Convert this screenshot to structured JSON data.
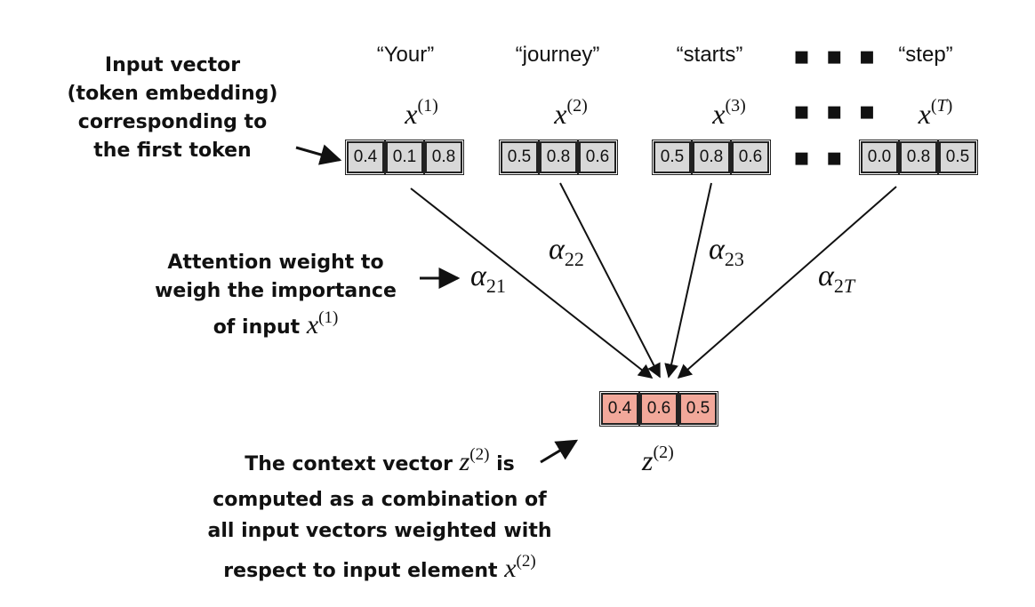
{
  "tokens": [
    "“Your”",
    "“journey”",
    "“starts”",
    "“step”"
  ],
  "ellipsis": "▪ ▪ ▪",
  "input_labels": [
    {
      "var": "x",
      "sup": "(1)"
    },
    {
      "var": "x",
      "sup": "(2)"
    },
    {
      "var": "x",
      "sup": "(3)"
    },
    {
      "var": "x",
      "sup": "T"
    }
  ],
  "input_vectors": [
    [
      "0.4",
      "0.1",
      "0.8"
    ],
    [
      "0.5",
      "0.8",
      "0.6"
    ],
    [
      "0.5",
      "0.8",
      "0.6"
    ],
    [
      "0.0",
      "0.8",
      "0.5"
    ]
  ],
  "attention_labels": [
    {
      "sym": "α",
      "sub": "21"
    },
    {
      "sym": "α",
      "sub": "22"
    },
    {
      "sym": "α",
      "sub": "23"
    },
    {
      "sym": "α",
      "sub": "2",
      "sub_italic": "T"
    }
  ],
  "context_vector": [
    "0.4",
    "0.6",
    "0.5"
  ],
  "context_label": {
    "var": "z",
    "sup": "(2)"
  },
  "notes": {
    "input_vector": [
      "Input vector",
      "(token embedding)",
      "corresponding to",
      "the first token"
    ],
    "attention_weight": {
      "line1": "Attention weight to",
      "line2": "weigh the importance",
      "line3_prefix": "of input ",
      "var": "x",
      "sup": "(1)"
    },
    "context_vector": {
      "line1_prefix": "The context vector ",
      "line1_var": "z",
      "line1_sup": "(2)",
      "line1_suffix": " is",
      "line2": "computed as a combination of",
      "line3": "all input vectors weighted with",
      "line4_prefix": "respect to input element ",
      "line4_var": "x",
      "line4_sup": "(2)"
    }
  },
  "colors": {
    "input_cell": "#d8d8d8",
    "context_cell": "#f2a89a",
    "line": "#111111"
  }
}
